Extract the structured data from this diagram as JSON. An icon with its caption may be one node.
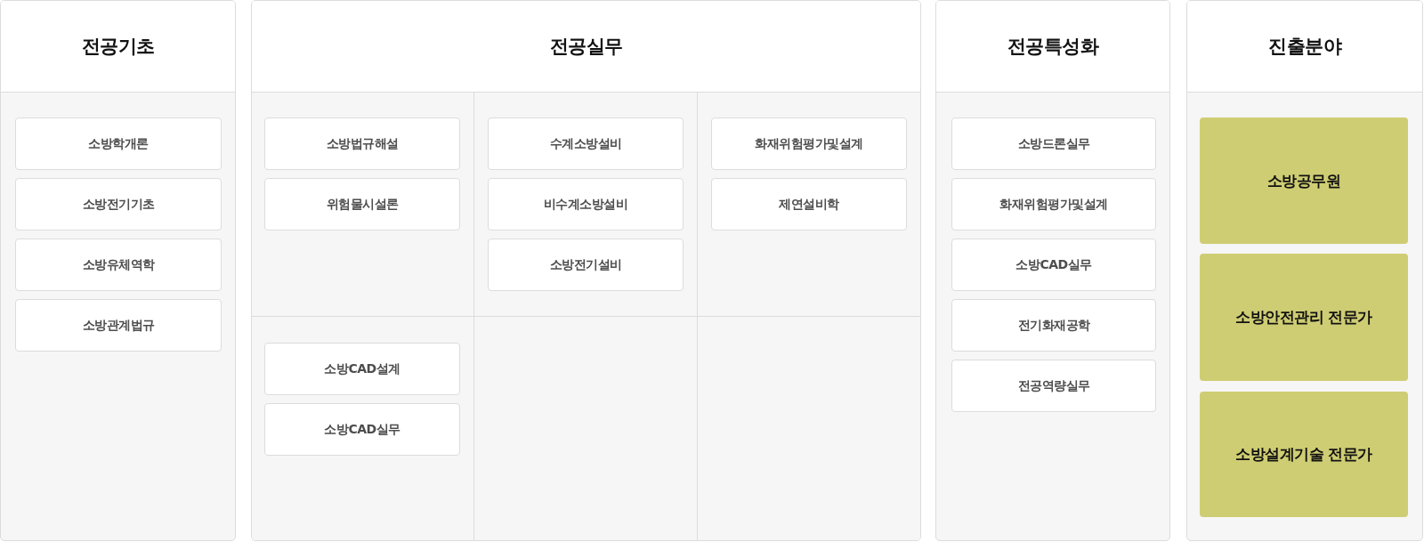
{
  "diagram": {
    "nodes": [
      {
        "text": [
          "전공기초"
        ]
      },
      {
        "text": [
          "소방학개론"
        ],
        "in": 0
      },
      {
        "text": [
          "소방전기기초"
        ],
        "in": 0
      },
      {
        "text": [
          "소방유체역학"
        ],
        "in": 0
      },
      {
        "text": [
          "소방관계법규"
        ],
        "in": 0
      },
      {
        "text": [
          "전공실무"
        ]
      },
      {
        "text": [],
        "shape": "box",
        "in": 5
      },
      {
        "text": [
          "소방법규해설"
        ],
        "in": 6
      },
      {
        "text": [
          "위험물시설론"
        ],
        "in": 6
      },
      {
        "text": [],
        "shape": "box",
        "in": 5
      },
      {
        "text": [
          "수계소방설비"
        ],
        "in": 9
      },
      {
        "text": [
          "비수계소방설비"
        ],
        "in": 9
      },
      {
        "text": [
          "소방전기설비"
        ],
        "in": 9
      },
      {
        "text": [],
        "shape": "box",
        "in": 5
      },
      {
        "text": [
          "화재위험평가및설계"
        ],
        "in": 13
      },
      {
        "text": [
          "제연설비학"
        ],
        "in": 13
      },
      {
        "text": [],
        "shape": "box",
        "in": 5
      },
      {
        "text": [
          "소방CAD설계"
        ],
        "in": 16
      },
      {
        "text": [
          "소방CAD실무"
        ],
        "in": 16
      },
      {
        "text": [],
        "shape": "box",
        "in": 5
      },
      {
        "text": [],
        "shape": "box",
        "in": 5
      },
      {
        "text": [
          "전공특성화"
        ]
      },
      {
        "text": [
          "소방드론실무"
        ],
        "in": 21
      },
      {
        "text": [
          "화재위험평가및설계"
        ],
        "in": 21
      },
      {
        "text": [
          "소방CAD실무"
        ],
        "in": 21
      },
      {
        "text": [
          "전기화재공학"
        ],
        "in": 21
      },
      {
        "text": [
          "전공역량실무"
        ],
        "in": 21
      },
      {
        "text": [
          "진출분야"
        ]
      },
      {
        "text": [
          "소방공무원"
        ],
        "in": 27
      },
      {
        "text": [
          "소방안전관리 전문가"
        ],
        "in": 27
      },
      {
        "text": [
          "소방설계기술 전문가"
        ],
        "in": 27
      }
    ]
  }
}
